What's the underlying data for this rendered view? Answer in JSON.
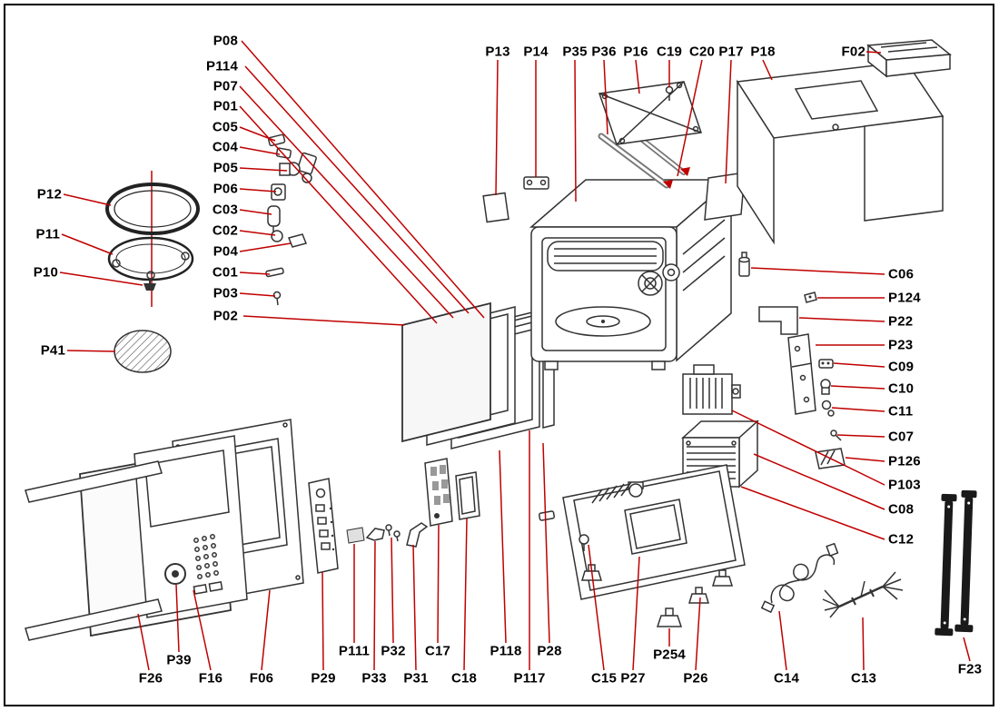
{
  "diagram": {
    "colors": {
      "leader_line": "#c00000",
      "line_art": "#333333",
      "background": "#ffffff",
      "border": "#000000"
    },
    "labels": {
      "P08": "P08",
      "P114": "P114",
      "P07": "P07",
      "P01": "P01",
      "C05": "C05",
      "C04": "C04",
      "P05": "P05",
      "P06": "P06",
      "C03": "C03",
      "C02": "C02",
      "P04": "P04",
      "C01": "C01",
      "P03": "P03",
      "P02": "P02",
      "P12": "P12",
      "P11": "P11",
      "P10": "P10",
      "P41": "P41",
      "P13": "P13",
      "P14": "P14",
      "P35": "P35",
      "P36": "P36",
      "P16": "P16",
      "C19": "C19",
      "C20": "C20",
      "P17": "P17",
      "P18": "P18",
      "F02": "F02",
      "C06": "C06",
      "P124": "P124",
      "P22": "P22",
      "P23": "P23",
      "C09": "C09",
      "C10": "C10",
      "C11": "C11",
      "C07": "C07",
      "P126": "P126",
      "P103": "P103",
      "C08": "C08",
      "C12": "C12",
      "P39": "P39",
      "F26": "F26",
      "F16": "F16",
      "F06": "F06",
      "P29": "P29",
      "P111": "P111",
      "P33": "P33",
      "P32": "P32",
      "P31": "P31",
      "C17": "C17",
      "C18": "C18",
      "P118": "P118",
      "P117": "P117",
      "P28": "P28",
      "C15": "C15",
      "P27": "P27",
      "P254": "P254",
      "P26": "P26",
      "C14": "C14",
      "C13": "C13",
      "F23": "F23"
    }
  }
}
